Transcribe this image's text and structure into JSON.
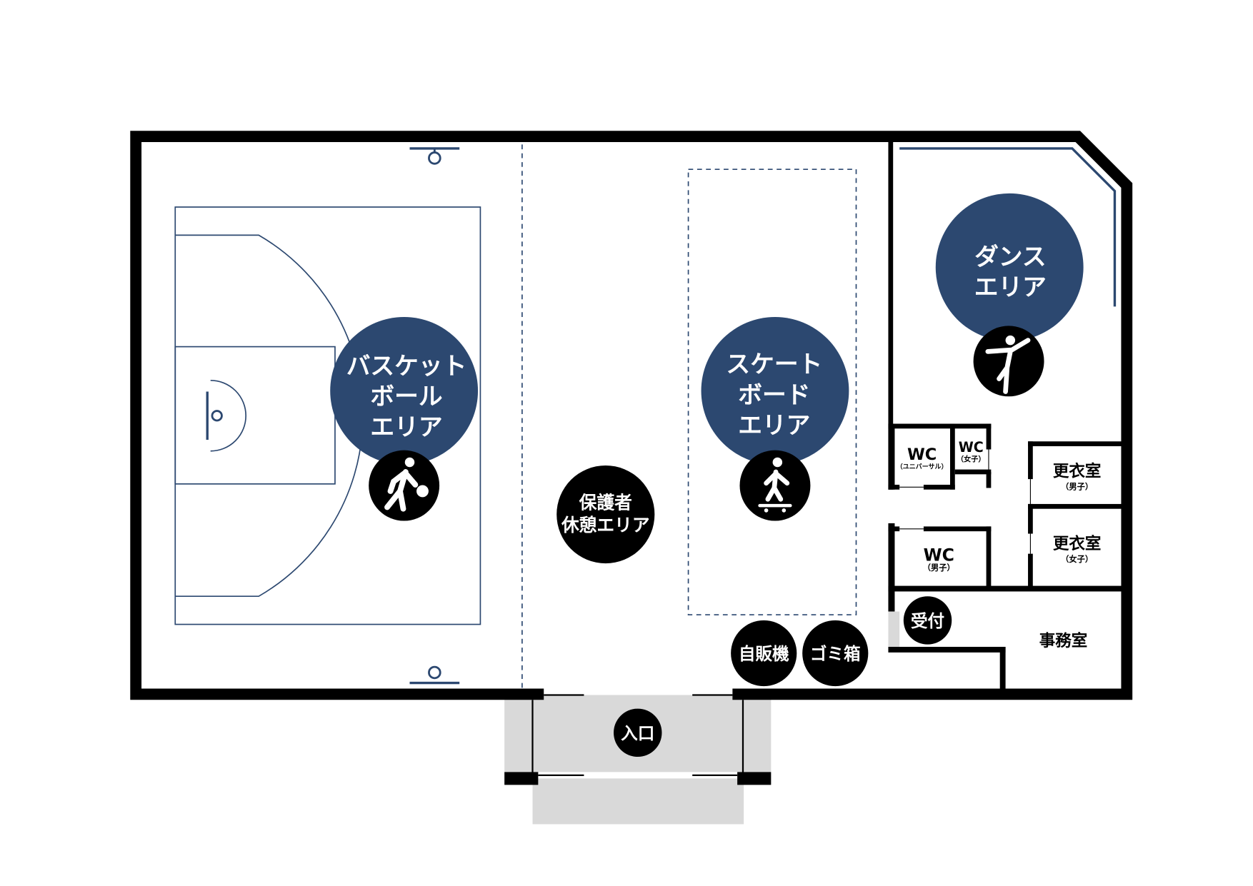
{
  "colors": {
    "navy": "#2c4870",
    "wall": "#000000",
    "gray": "#d9d9d9"
  },
  "areas": {
    "basketball": {
      "lines": [
        "バスケット",
        "ボール",
        "エリア"
      ],
      "icon": "basketball-player-icon"
    },
    "skateboard": {
      "lines": [
        "スケート",
        "ボード",
        "エリア"
      ],
      "icon": "skateboarder-icon"
    },
    "dance": {
      "lines": [
        "ダンス",
        "エリア"
      ],
      "icon": "dancer-icon"
    },
    "parents": {
      "lines": [
        "保護者",
        "休憩エリア"
      ]
    }
  },
  "facilities": {
    "vending": "自販機",
    "trash": "ゴミ箱",
    "reception": "受付",
    "entrance": "入口",
    "office": "事務室"
  },
  "rooms": {
    "wc_universal": {
      "title": "WC",
      "sub": "（ユニバーサル）"
    },
    "wc_women": {
      "title": "WC",
      "sub": "（女子）"
    },
    "wc_men": {
      "title": "WC",
      "sub": "（男子）"
    },
    "locker_men": {
      "title": "更衣室",
      "sub": "（男子）"
    },
    "locker_women": {
      "title": "更衣室",
      "sub": "（女子）"
    }
  }
}
